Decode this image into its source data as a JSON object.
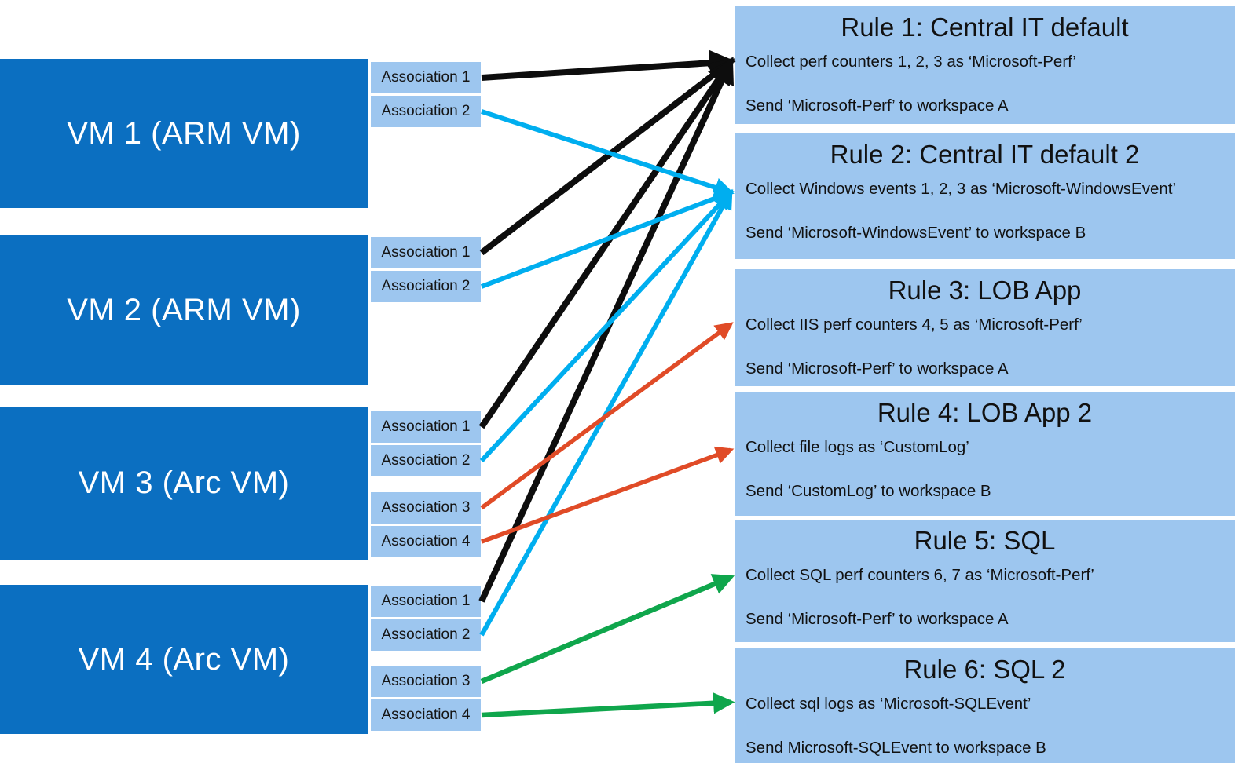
{
  "title": "Data collection rules diagram",
  "colors": {
    "vm_box": "#0B6FC1",
    "assoc_box": "#9DC6EF",
    "rule_box": "#9DC6EF",
    "vm_text": "#FFFFFF",
    "body_text": "#111111",
    "arrow_black": "#0D0D0D",
    "arrow_blue": "#00AEEF",
    "arrow_red": "#E04B27",
    "arrow_green": "#0FA64C"
  },
  "vms": [
    {
      "id": "vm1",
      "label": "VM 1 (ARM VM)",
      "associations": [
        {
          "id": "vm1-a1",
          "label": "Association 1"
        },
        {
          "id": "vm1-a2",
          "label": "Association 2"
        }
      ]
    },
    {
      "id": "vm2",
      "label": "VM 2 (ARM VM)",
      "associations": [
        {
          "id": "vm2-a1",
          "label": "Association 1"
        },
        {
          "id": "vm2-a2",
          "label": "Association 2"
        }
      ]
    },
    {
      "id": "vm3",
      "label": "VM 3 (Arc VM)",
      "associations": [
        {
          "id": "vm3-a1",
          "label": "Association 1"
        },
        {
          "id": "vm3-a2",
          "label": "Association 2"
        },
        {
          "id": "vm3-a3",
          "label": "Association 3"
        },
        {
          "id": "vm3-a4",
          "label": "Association 4"
        }
      ]
    },
    {
      "id": "vm4",
      "label": "VM 4 (Arc VM)",
      "associations": [
        {
          "id": "vm4-a1",
          "label": "Association 1"
        },
        {
          "id": "vm4-a2",
          "label": "Association 2"
        },
        {
          "id": "vm4-a3",
          "label": "Association 3"
        },
        {
          "id": "vm4-a4",
          "label": "Association 4"
        }
      ]
    }
  ],
  "rules": [
    {
      "id": "rule1",
      "title": "Rule 1: Central IT default",
      "collect": "Collect perf counters 1, 2, 3 as ‘Microsoft-Perf’",
      "send": "Send ‘Microsoft-Perf’ to workspace A"
    },
    {
      "id": "rule2",
      "title": "Rule 2: Central IT default 2",
      "collect": "Collect Windows events 1, 2, 3 as ‘Microsoft-WindowsEvent’",
      "send": "Send ‘Microsoft-WindowsEvent’ to workspace B"
    },
    {
      "id": "rule3",
      "title": "Rule 3: LOB App",
      "collect": "Collect IIS perf counters 4, 5 as ‘Microsoft-Perf’",
      "send": "Send ‘Microsoft-Perf’ to workspace A"
    },
    {
      "id": "rule4",
      "title": "Rule 4: LOB App 2",
      "collect": "Collect file logs as ‘CustomLog’",
      "send": "Send ‘CustomLog’ to workspace B"
    },
    {
      "id": "rule5",
      "title": "Rule 5: SQL",
      "collect": "Collect SQL perf counters 6, 7 as ‘Microsoft-Perf’",
      "send": "Send ‘Microsoft-Perf’ to workspace A"
    },
    {
      "id": "rule6",
      "title": "Rule 6: SQL 2",
      "collect": "Collect sql logs as ‘Microsoft-SQLEvent’",
      "send": "Send Microsoft-SQLEvent to workspace B"
    }
  ],
  "connections": [
    {
      "from": "vm1-a1",
      "to": "rule1",
      "color": "black"
    },
    {
      "from": "vm2-a1",
      "to": "rule1",
      "color": "black"
    },
    {
      "from": "vm3-a1",
      "to": "rule1",
      "color": "black"
    },
    {
      "from": "vm4-a1",
      "to": "rule1",
      "color": "black"
    },
    {
      "from": "vm1-a2",
      "to": "rule2",
      "color": "blue"
    },
    {
      "from": "vm2-a2",
      "to": "rule2",
      "color": "blue"
    },
    {
      "from": "vm3-a2",
      "to": "rule2",
      "color": "blue"
    },
    {
      "from": "vm4-a2",
      "to": "rule2",
      "color": "blue"
    },
    {
      "from": "vm3-a3",
      "to": "rule3",
      "color": "red"
    },
    {
      "from": "vm3-a4",
      "to": "rule4",
      "color": "red"
    },
    {
      "from": "vm4-a3",
      "to": "rule5",
      "color": "green"
    },
    {
      "from": "vm4-a4",
      "to": "rule6",
      "color": "green"
    }
  ]
}
